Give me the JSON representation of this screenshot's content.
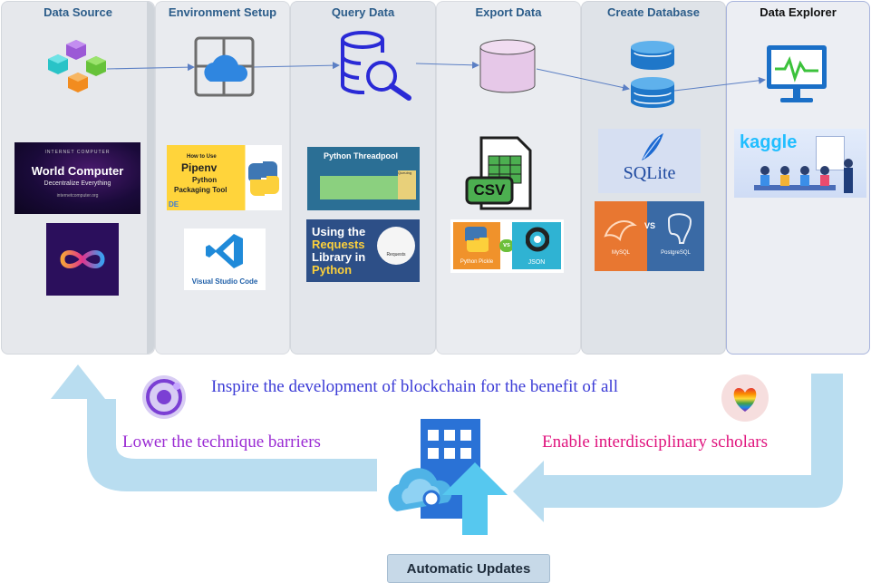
{
  "columns": [
    {
      "title": "Data Source"
    },
    {
      "title": "Environment Setup"
    },
    {
      "title": "Query Data"
    },
    {
      "title": "Export Data"
    },
    {
      "title": "Create Database"
    },
    {
      "title": "Data Explorer"
    }
  ],
  "tiles": {
    "world_computer": {
      "title": "World Computer",
      "subtitle": "Decentralize Everything",
      "small": "internetcomputer.org",
      "header": "INTERNET COMPUTER"
    },
    "pipenv": {
      "line1": "How to Use",
      "line2": "Pipenv",
      "line3": "Python",
      "line4": "Packaging Tool",
      "corner": "DE"
    },
    "vscode": {
      "label": "Visual Studio Code"
    },
    "threadpool": {
      "title": "Python Threadpool",
      "queue": "Queuing"
    },
    "requests": {
      "line1": "Using the",
      "line2": "Requests",
      "line3": "Library in",
      "line4": "Python",
      "badge": "Requests"
    },
    "csv": {
      "label": "CSV"
    },
    "pickle_json": {
      "left": "Python Pickle",
      "vs": "vs",
      "right": "JSON"
    },
    "sqlite": {
      "label": "SQLite"
    },
    "mysql_pg": {
      "left": "MySQL",
      "vs": "VS",
      "right": "PostgreSQL"
    },
    "kaggle": {
      "label": "kaggle"
    }
  },
  "taglines": {
    "inspire": "Inspire the development of blockchain for the benefit of all",
    "lower": "Lower the technique barriers",
    "enable": "Enable interdisciplinary scholars"
  },
  "footer": {
    "button_label": "Automatic Updates"
  },
  "colors": {
    "column_fill": "#e6e9ee",
    "column_title": "#2c5d8a",
    "inspire": "#3b3bd6",
    "lower": "#9a2bd3",
    "enable": "#e0147e",
    "flow_arrow": "#b9ddf0",
    "button_fill": "#c7d9e8"
  },
  "icons": [
    "cubes-icon",
    "cloud-grid-icon",
    "database-search-icon",
    "database-icon",
    "stacked-database-icon",
    "monitor-chart-icon",
    "orbit-icon",
    "heart-icon",
    "cloud-building-upload-icon"
  ]
}
